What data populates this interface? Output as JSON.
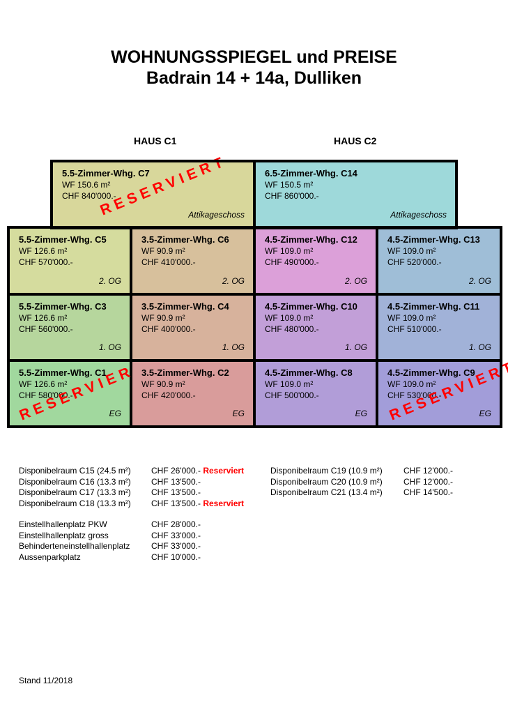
{
  "title": {
    "line1": "WOHNUNGSSPIEGEL und PREISE",
    "line2": "Badrain 14 + 14a, Dulliken"
  },
  "houses": [
    "HAUS C1",
    "HAUS C2"
  ],
  "reserved_stamp": "RESERVIERT",
  "units": [
    {
      "id": "C7",
      "name": "5.5-Zimmer-Whg. C7",
      "wf": "WF 150.6 m²",
      "price": "CHF 840'000.-",
      "floor": "Attikageschoss",
      "color": "#d8d79b",
      "reserved": true
    },
    {
      "id": "C14",
      "name": "6.5-Zimmer-Whg. C14",
      "wf": "WF 150.5 m²",
      "price": "CHF 860'000.-",
      "floor": "Attikageschoss",
      "color": "#9ed9da",
      "reserved": false
    },
    {
      "id": "C5",
      "name": "5.5-Zimmer-Whg. C5",
      "wf": "WF 126.6 m²",
      "price": "CHF 570'000.-",
      "floor": "2. OG",
      "color": "#d5dc9e",
      "reserved": false
    },
    {
      "id": "C6",
      "name": "3.5-Zimmer-Whg. C6",
      "wf": "WF 90.9 m²",
      "price": "CHF 410'000.-",
      "floor": "2. OG",
      "color": "#d7c09c",
      "reserved": false
    },
    {
      "id": "C12",
      "name": "4.5-Zimmer-Whg. C12",
      "wf": "WF 109.0 m²",
      "price": "CHF 490'000.-",
      "floor": "2. OG",
      "color": "#dca0d9",
      "reserved": false
    },
    {
      "id": "C13",
      "name": "4.5-Zimmer-Whg. C13",
      "wf": "WF 109.0 m²",
      "price": "CHF 520'000.-",
      "floor": "2. OG",
      "color": "#9fbed7",
      "reserved": false
    },
    {
      "id": "C3",
      "name": "5.5-Zimmer-Whg. C3",
      "wf": "WF 126.6 m²",
      "price": "CHF 560'000.-",
      "floor": "1. OG",
      "color": "#b6d69d",
      "reserved": false
    },
    {
      "id": "C4",
      "name": "3.5-Zimmer-Whg. C4",
      "wf": "WF 90.9 m²",
      "price": "CHF 400'000.-",
      "floor": "1. OG",
      "color": "#d7b29c",
      "reserved": false
    },
    {
      "id": "C10",
      "name": "4.5-Zimmer-Whg. C10",
      "wf": "WF 109.0 m²",
      "price": "CHF 480'000.-",
      "floor": "1. OG",
      "color": "#c29fd8",
      "reserved": false
    },
    {
      "id": "C11",
      "name": "4.5-Zimmer-Whg. C11",
      "wf": "WF 109.0 m²",
      "price": "CHF 510'000.-",
      "floor": "1. OG",
      "color": "#a1b2d8",
      "reserved": false
    },
    {
      "id": "C1",
      "name": "5.5-Zimmer-Whg. C1",
      "wf": "WF 126.6 m²",
      "price": "CHF 580'000.-",
      "floor": "EG",
      "color": "#a1d89e",
      "reserved": true
    },
    {
      "id": "C2",
      "name": "3.5-Zimmer-Whg. C2",
      "wf": "WF 90.9 m²",
      "price": "CHF 420'000.-",
      "floor": "EG",
      "color": "#d99c9b",
      "reserved": false
    },
    {
      "id": "C8",
      "name": "4.5-Zimmer-Whg. C8",
      "wf": "WF 109.0 m²",
      "price": "CHF 500'000.-",
      "floor": "EG",
      "color": "#b19dd8",
      "reserved": false
    },
    {
      "id": "C9",
      "name": "4.5-Zimmer-Whg. C9",
      "wf": "WF 109.0 m²",
      "price": "CHF 530'000.-",
      "floor": "EG",
      "color": "#a29dd9",
      "reserved": true
    }
  ],
  "storage_left": [
    {
      "label": "Disponibelraum C15 (24.5 m²)",
      "price": "CHF 26'000.-",
      "status": "Reserviert"
    },
    {
      "label": "Disponibelraum C16 (13.3 m²)",
      "price": "CHF 13'500.-",
      "status": ""
    },
    {
      "label": "Disponibelraum C17 (13.3 m²)",
      "price": "CHF 13'500.-",
      "status": ""
    },
    {
      "label": "Disponibelraum C18 (13.3 m²)",
      "price": "CHF 13'500.-",
      "status": "Reserviert"
    }
  ],
  "storage_right": [
    {
      "label": "Disponibelraum C19 (10.9 m²)",
      "price": "CHF 12'000.-"
    },
    {
      "label": "Disponibelraum C20 (10.9 m²)",
      "price": "CHF 12'000.-"
    },
    {
      "label": "Disponibelraum C21 (13.4 m²)",
      "price": "CHF 14'500.-"
    }
  ],
  "parking": [
    {
      "label": "Einstellhallenplatz PKW",
      "price": "CHF 28'000.-"
    },
    {
      "label": "Einstellhallenplatz gross",
      "price": "CHF 33'000.-"
    },
    {
      "label": "Behinderteneinstellhallenplatz",
      "price": "CHF 33'000.-"
    },
    {
      "label": "Aussenparkplatz",
      "price": "CHF 10'000.-"
    }
  ],
  "footer": "Stand 11/2018",
  "accent_color": "#ff0000"
}
